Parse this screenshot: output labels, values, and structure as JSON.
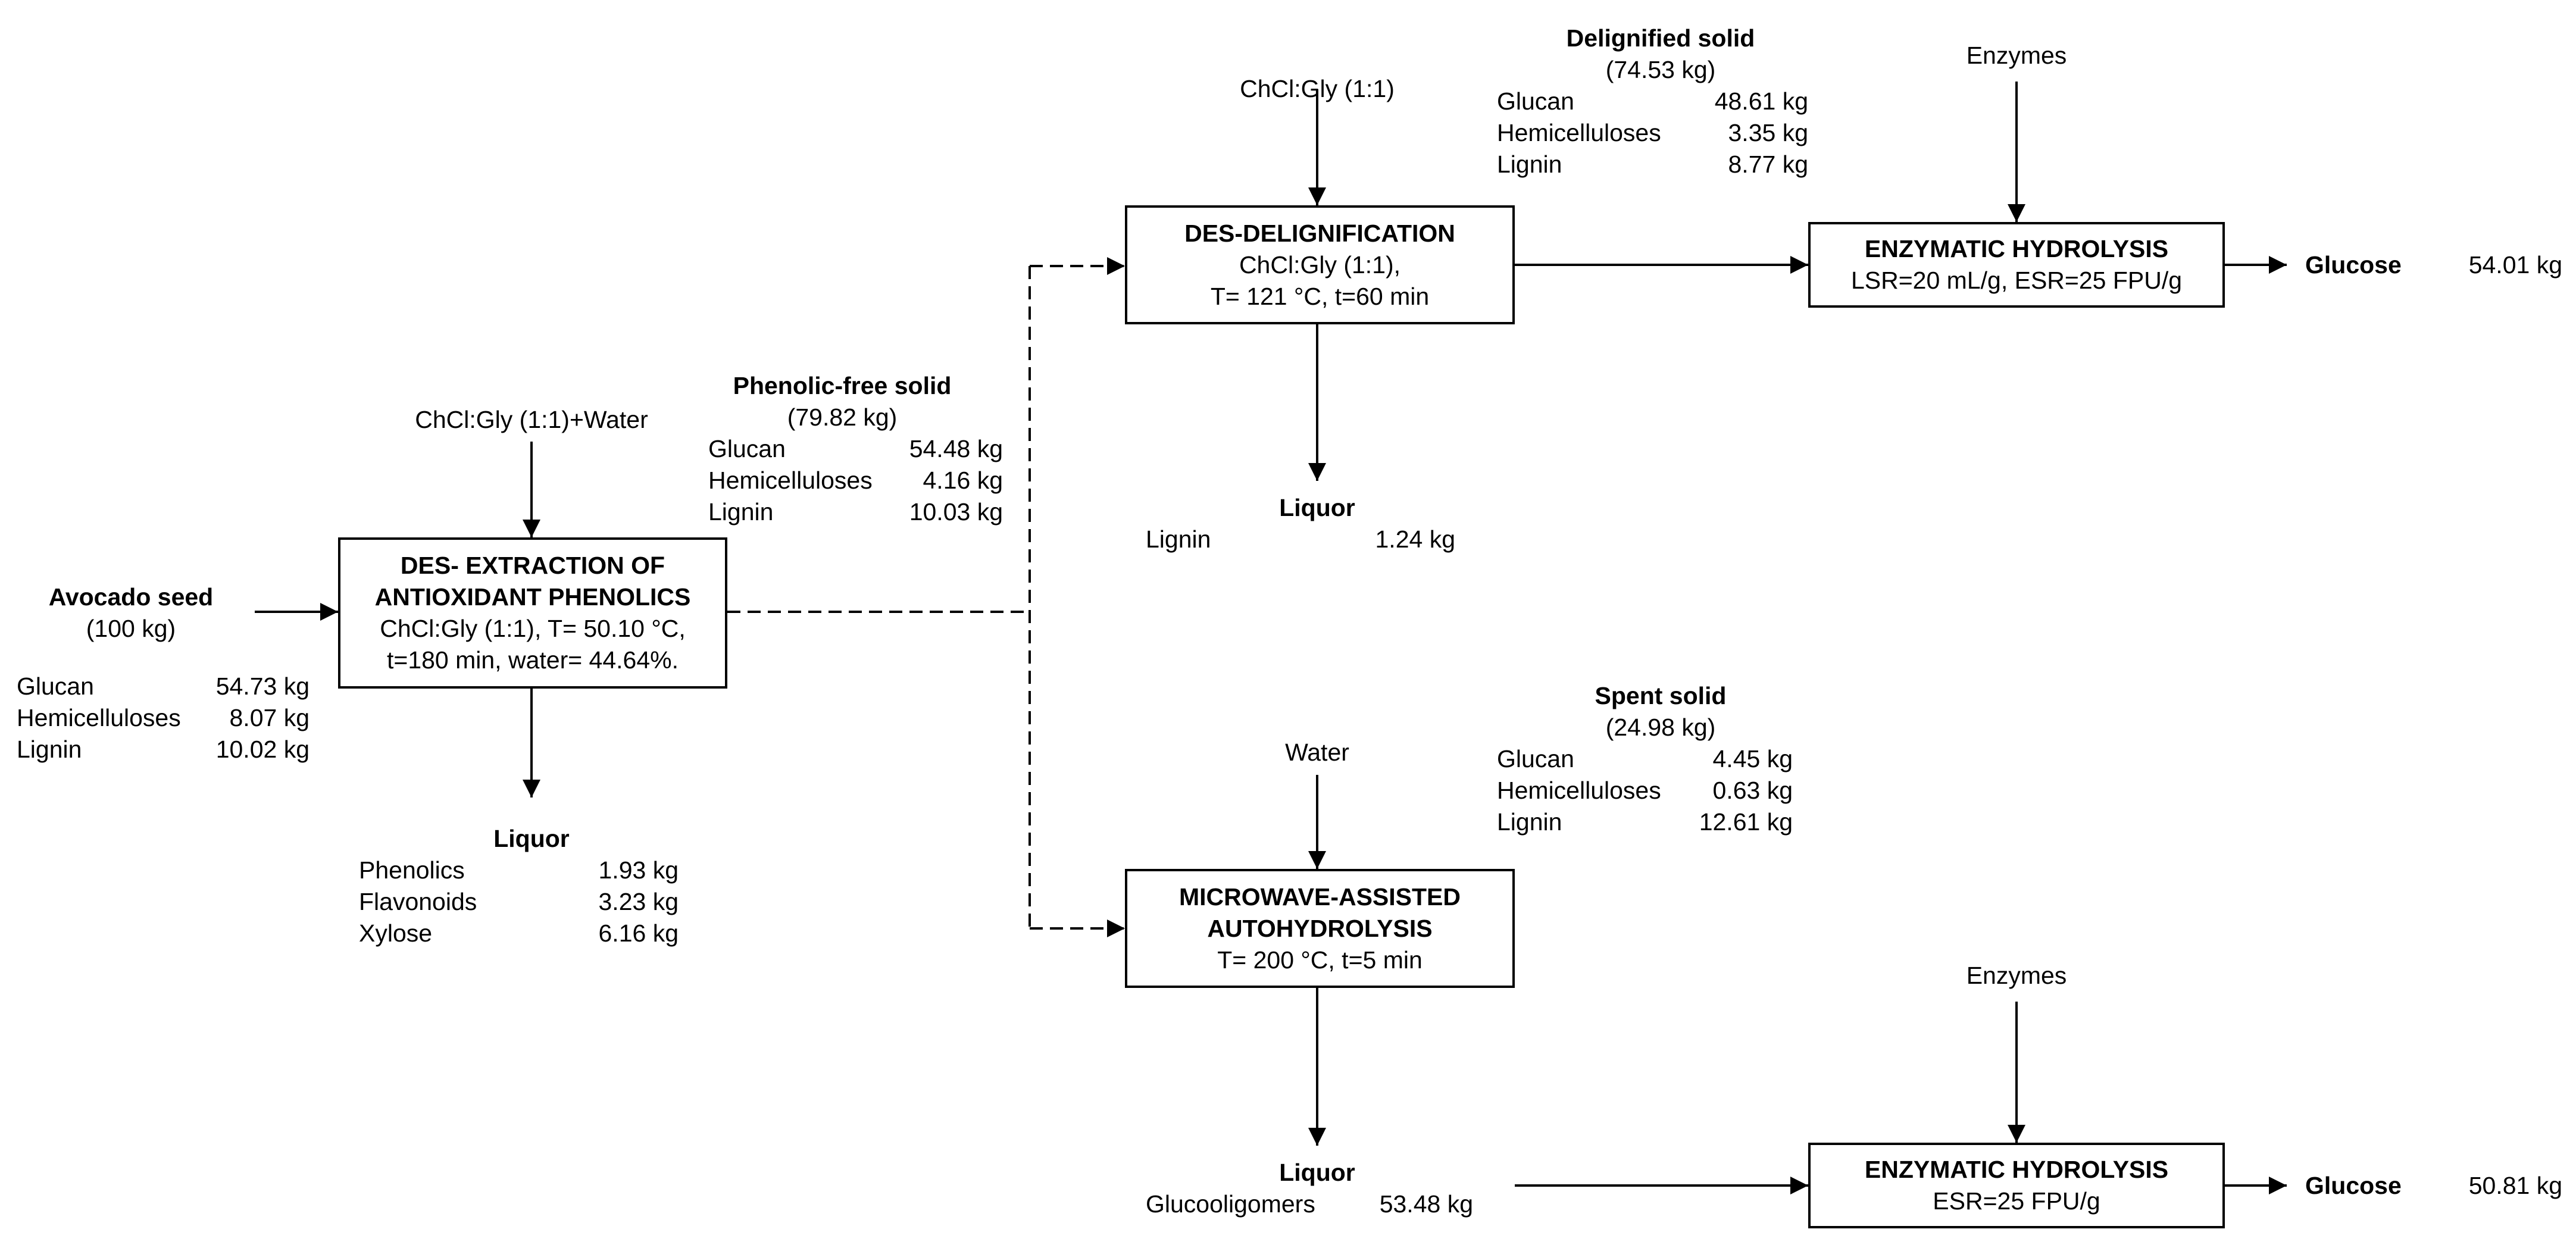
{
  "feed": {
    "title": "Avocado seed",
    "amount": "(100 kg)",
    "rows": [
      {
        "label": "Glucan",
        "value": "54.73 kg"
      },
      {
        "label": "Hemicelluloses",
        "value": "8.07 kg"
      },
      {
        "label": "Lignin",
        "value": "10.02 kg"
      }
    ]
  },
  "extraction": {
    "input": "ChCl:Gly (1:1)+Water",
    "lines": [
      "DES- EXTRACTION OF",
      "ANTIOXIDANT PHENOLICS",
      "ChCl:Gly (1:1), T= 50.10 °C,",
      "t=180 min, water= 44.64%."
    ],
    "liquor": {
      "title": "Liquor",
      "rows": [
        {
          "label": "Phenolics",
          "value": "1.93 kg"
        },
        {
          "label": "Flavonoids",
          "value": "3.23 kg"
        },
        {
          "label": "Xylose",
          "value": "6.16 kg"
        }
      ]
    }
  },
  "phenolic_free_solid": {
    "title": "Phenolic-free solid",
    "amount": "(79.82 kg)",
    "rows": [
      {
        "label": "Glucan",
        "value": "54.48 kg"
      },
      {
        "label": "Hemicelluloses",
        "value": "4.16 kg"
      },
      {
        "label": "Lignin",
        "value": "10.03 kg"
      }
    ]
  },
  "delignification": {
    "input": "ChCl:Gly (1:1)",
    "lines": [
      "DES-DELIGNIFICATION",
      "ChCl:Gly (1:1),",
      "T= 121 °C, t=60 min"
    ],
    "liquor": {
      "title": "Liquor",
      "rows": [
        {
          "label": "Lignin",
          "value": "1.24 kg"
        }
      ]
    },
    "solid": {
      "title": "Delignified solid",
      "amount": "(74.53 kg)",
      "rows": [
        {
          "label": "Glucan",
          "value": "48.61 kg"
        },
        {
          "label": "Hemicelluloses",
          "value": "3.35 kg"
        },
        {
          "label": "Lignin",
          "value": "8.77 kg"
        }
      ]
    }
  },
  "hydrolysis_top": {
    "input": "Enzymes",
    "lines": [
      "ENZYMATIC HYDROLYSIS",
      "LSR=20 mL/g, ESR=25 FPU/g"
    ],
    "product": "Glucose",
    "product_value": "54.01 kg"
  },
  "autohydrolysis": {
    "input": "Water",
    "lines": [
      "MICROWAVE-ASSISTED",
      "AUTOHYDROLYSIS",
      "T= 200 °C, t=5 min"
    ],
    "solid": {
      "title": "Spent solid",
      "amount": "(24.98 kg)",
      "rows": [
        {
          "label": "Glucan",
          "value": "4.45 kg"
        },
        {
          "label": "Hemicelluloses",
          "value": "0.63 kg"
        },
        {
          "label": "Lignin",
          "value": "12.61 kg"
        }
      ]
    },
    "liquor": {
      "title": "Liquor",
      "rows": [
        {
          "label": "Glucooligomers",
          "value": "53.48 kg"
        }
      ]
    }
  },
  "hydrolysis_bottom": {
    "input": "Enzymes",
    "lines": [
      "ENZYMATIC HYDROLYSIS",
      "ESR=25 FPU/g"
    ],
    "product": "Glucose",
    "product_value": "50.81 kg"
  }
}
